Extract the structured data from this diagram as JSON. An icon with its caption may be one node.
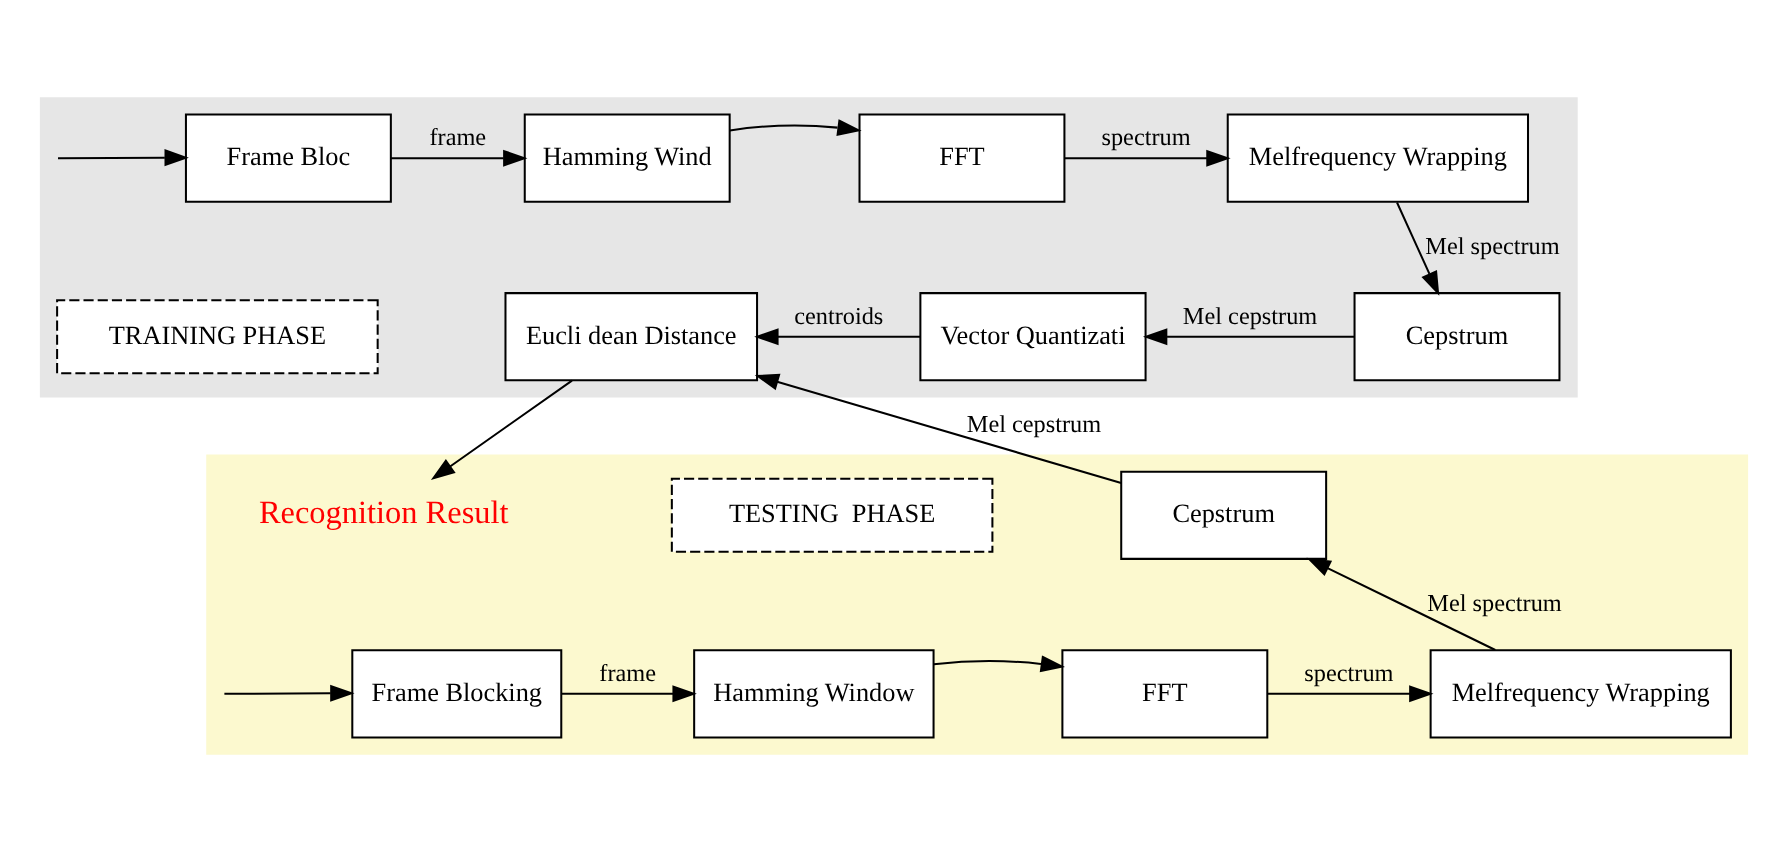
{
  "diagram": {
    "nodes": [
      {
        "text": [],
        "shape": "box"
      },
      {
        "text": [],
        "shape": "box"
      },
      {
        "text": [
          "Frame Bloc"
        ],
        "in": 0
      },
      {
        "text": [
          "Hamming Wind"
        ],
        "in": 0
      },
      {
        "text": [
          "FFT"
        ],
        "in": 0
      },
      {
        "text": [
          "Melfrequency Wrapping"
        ],
        "in": 0
      },
      {
        "text": [
          "Cepstrum"
        ],
        "in": 0
      },
      {
        "text": [
          "Vector Quantizati"
        ],
        "in": 0
      },
      {
        "text": [
          "Eucli dean Distance"
        ],
        "in": 0
      },
      {
        "text": [
          "TRAINING PHASE"
        ],
        "in": 0
      },
      {
        "text": [
          "Recognition Result"
        ],
        "in": 1
      },
      {
        "text": [
          "TESTING  PHASE"
        ],
        "in": 1
      },
      {
        "text": [
          "Cepstrum"
        ],
        "in": 1
      },
      {
        "text": [
          "Frame Blocking"
        ],
        "in": 1
      },
      {
        "text": [
          "Hamming Window"
        ],
        "in": 1
      },
      {
        "text": [
          "FFT"
        ],
        "in": 1
      },
      {
        "text": [
          "Melfrequency Wrapping"
        ],
        "in": 1
      }
    ],
    "edges": [
      {
        "from": null,
        "to": 2,
        "arrow": "to"
      },
      {
        "from": 2,
        "to": 3,
        "arrow": "to",
        "label": "frame"
      },
      {
        "from": 3,
        "to": 4,
        "arrow": "to"
      },
      {
        "from": 4,
        "to": 5,
        "arrow": "to",
        "label": "spectrum"
      },
      {
        "from": 5,
        "to": 6,
        "arrow": "to",
        "label": "Mel spectrum"
      },
      {
        "from": 6,
        "to": 7,
        "arrow": "to",
        "label": "Mel cepstrum"
      },
      {
        "from": 7,
        "to": 8,
        "arrow": "to",
        "label": "centroids"
      },
      {
        "from": 8,
        "to": 10,
        "arrow": "to"
      },
      {
        "from": 12,
        "to": 8,
        "arrow": "to",
        "label": "Mel cepstrum"
      },
      {
        "from": null,
        "to": 13,
        "arrow": "to"
      },
      {
        "from": 13,
        "to": 14,
        "arrow": "to",
        "label": "frame"
      },
      {
        "from": 14,
        "to": 15,
        "arrow": "to"
      },
      {
        "from": 15,
        "to": 16,
        "arrow": "to",
        "label": "spectrum"
      },
      {
        "from": 16,
        "to": 12,
        "arrow": "to",
        "label": "Mel spectrum"
      }
    ]
  }
}
